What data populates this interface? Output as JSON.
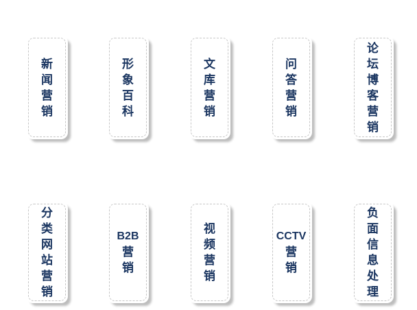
{
  "colors": {
    "page_bg": "#ffffff",
    "card_bg": "#ffffff",
    "card_border": "#c6c6c6",
    "card_shadow": "#bdbdbd",
    "label_text": "#1a3560"
  },
  "cards": [
    {
      "id": "news-marketing",
      "label": "新闻营销",
      "lines": [
        "新",
        "闻",
        "营",
        "销"
      ]
    },
    {
      "id": "image-baike",
      "label": "形象百科",
      "lines": [
        "形",
        "象",
        "百",
        "科"
      ]
    },
    {
      "id": "wenku-marketing",
      "label": "文库营销",
      "lines": [
        "文",
        "库",
        "营",
        "销"
      ]
    },
    {
      "id": "qa-marketing",
      "label": "问答营销",
      "lines": [
        "问",
        "答",
        "营",
        "销"
      ]
    },
    {
      "id": "forum-blog-marketing",
      "label": "论坛博客营销",
      "lines": [
        "论",
        "坛",
        "博",
        "客",
        "营",
        "销"
      ]
    },
    {
      "id": "classified-site-marketing",
      "label": "分类网站营销",
      "lines": [
        "分",
        "类",
        "网",
        "站",
        "营",
        "销"
      ]
    },
    {
      "id": "b2b-marketing",
      "label": "B2B营销",
      "lines": [
        "B2B",
        "营",
        "销"
      ]
    },
    {
      "id": "video-marketing",
      "label": "视频营销",
      "lines": [
        "视",
        "频",
        "营",
        "销"
      ]
    },
    {
      "id": "cctv-marketing",
      "label": "CCTV营销",
      "lines": [
        "CCTV",
        "营",
        "销"
      ]
    },
    {
      "id": "negative-info-handling",
      "label": "负面信息处理",
      "lines": [
        "负",
        "面",
        "信",
        "息",
        "处",
        "理"
      ]
    }
  ],
  "rows": [
    [
      0,
      1,
      2,
      3,
      4
    ],
    [
      5,
      6,
      7,
      8,
      9
    ]
  ]
}
